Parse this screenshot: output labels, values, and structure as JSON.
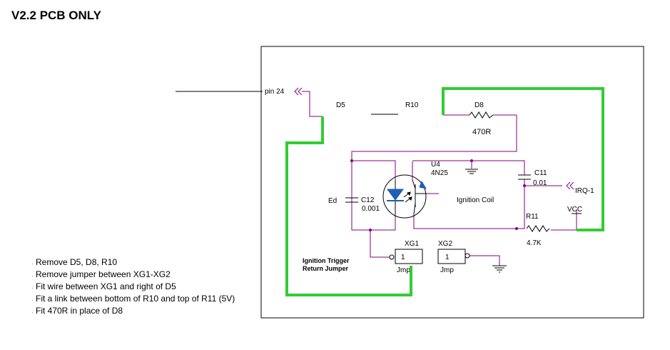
{
  "title": "V2.2 PCB ONLY",
  "labels": {
    "pin24": "pin 24",
    "d5": "D5",
    "r10": "R10",
    "d8": "D8",
    "d8_value": "470R",
    "u4": "U4",
    "u4_part": "4N25",
    "c11": "C11",
    "c11_value": "0.01",
    "irq": "IRQ-1",
    "ed": "Ed",
    "c12": "C12",
    "c12_value": "0.001",
    "ignition_coil": "Ignition Coil",
    "r11": "R11",
    "r11_value": "4.7K",
    "vcc": "VCC",
    "xg1": "XG1",
    "xg1_pin": "1",
    "xg1_type": "Jmp",
    "xg2": "XG2",
    "xg2_pin": "1",
    "xg2_type": "Jmp",
    "trigger_line1": "Ignition Trigger",
    "trigger_line2": "Return Jumper"
  },
  "instructions": [
    "Remove D5, D8, R10",
    "Remove jumper between XG1-XG2",
    "Fit wire between XG1 and right of D5",
    "Fit a link between bottom of R10 and top of R11 (5V)",
    "Fit 470R in place of D8"
  ],
  "colors": {
    "wire": "#800080",
    "added_wire": "#33cc33",
    "part": "#000000",
    "led": "#1e5fb4"
  }
}
